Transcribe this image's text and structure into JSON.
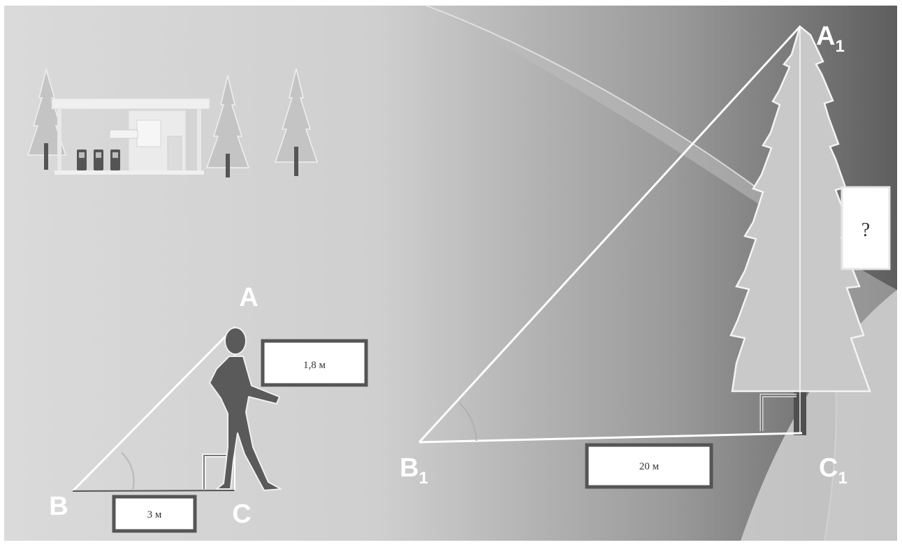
{
  "vertices": {
    "A": "A",
    "B": "B",
    "C": "C",
    "A1_letter": "A",
    "A1_sub": "1",
    "B1_letter": "B",
    "B1_sub": "1",
    "C1_letter": "C",
    "C1_sub": "1"
  },
  "measurements": {
    "person_height": "1,8 м",
    "person_shadow": "3 м",
    "tree_shadow": "20 м",
    "tree_height": "?"
  },
  "colors": {
    "background_light": "#d6d6d6",
    "background_dark": "#6a6a6a",
    "lines": "#ffffff",
    "figure": "#555555",
    "tree_fill": "#c8c8c8"
  }
}
